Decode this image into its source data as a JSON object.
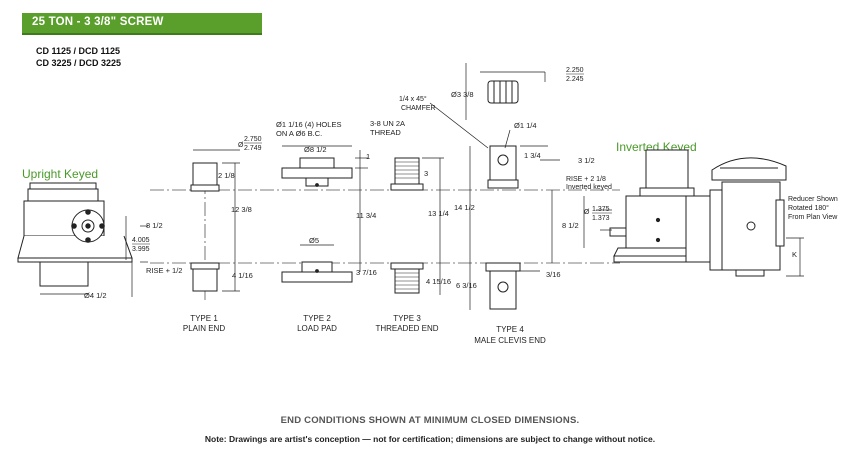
{
  "header": {
    "title": "25 TON - 3 3/8\" SCREW"
  },
  "models": {
    "line1": "CD 1125 / DCD 1125",
    "line2": "CD 3225 / DCD 3225"
  },
  "sections": {
    "upright": "Upright Keyed",
    "inverted": "Inverted Keyed"
  },
  "types": {
    "t1": {
      "name": "TYPE 1",
      "desc": "PLAIN END"
    },
    "t2": {
      "name": "TYPE 2",
      "desc": "LOAD PAD"
    },
    "t3": {
      "name": "TYPE 3",
      "desc": "THREADED END"
    },
    "t4": {
      "name": "TYPE 4",
      "desc": "MALE CLEVIS END"
    }
  },
  "dims": {
    "d2750": "2.750",
    "d2749": "2.749",
    "ph2750": "Ø",
    "d2_1_8": "2 1/8",
    "d12_3_8": "12 3/8",
    "d8_1_2": "8 1/2",
    "d4005": "4.005",
    "d3995": "3.995",
    "rise": "RISE + 1/2",
    "d4_1_16": "4 1/16",
    "d4_1_2": "Ø4 1/2",
    "holes1": "Ø1 1/16 (4) HOLES",
    "holes2": "ON A Ø6 B.C.",
    "d8_1_2b": "Ø8 1/2",
    "d1": "1",
    "d5": "Ø5",
    "thread1": "3-8 UN 2A",
    "thread2": "THREAD",
    "d3": "3",
    "d11_3_4": "11 3/4",
    "d13_1_4": "13 1/4",
    "d3_7_16": "3 7/16",
    "d4_15_16": "4 15/16",
    "chamfer1": "1/4 x 45°",
    "chamfer2": "CHAMFER",
    "d3_3_8": "Ø3 3/8",
    "d2250": "2.250",
    "d2245": "2.245",
    "d1_1_4": "Ø1 1/4",
    "d1_3_4": "1 3/4",
    "d3_1_2": "3 1/2",
    "rise2a": "RISE + 2 1/8",
    "rise2b": "Inverted keyed",
    "d14_1_2": "14 1/2",
    "d6_3_16": "6 3/16",
    "d3_16": "3/16",
    "d8_1_2c": "8 1/2",
    "d1375": "1.375",
    "d1373": "1.373",
    "ph1375": "Ø",
    "reducer1": "Reducer Shown",
    "reducer2": "Rotated 180°",
    "reducer3": "From Plan View",
    "k": "K"
  },
  "footer": {
    "note1": "END CONDITIONS SHOWN AT MINIMUM CLOSED DIMENSIONS.",
    "note2": "Note: Drawings are artist's conception — not for certification; dimensions are subject to change without notice."
  },
  "colors": {
    "banner": "#5a9e2c",
    "section": "#4a9a2a"
  }
}
